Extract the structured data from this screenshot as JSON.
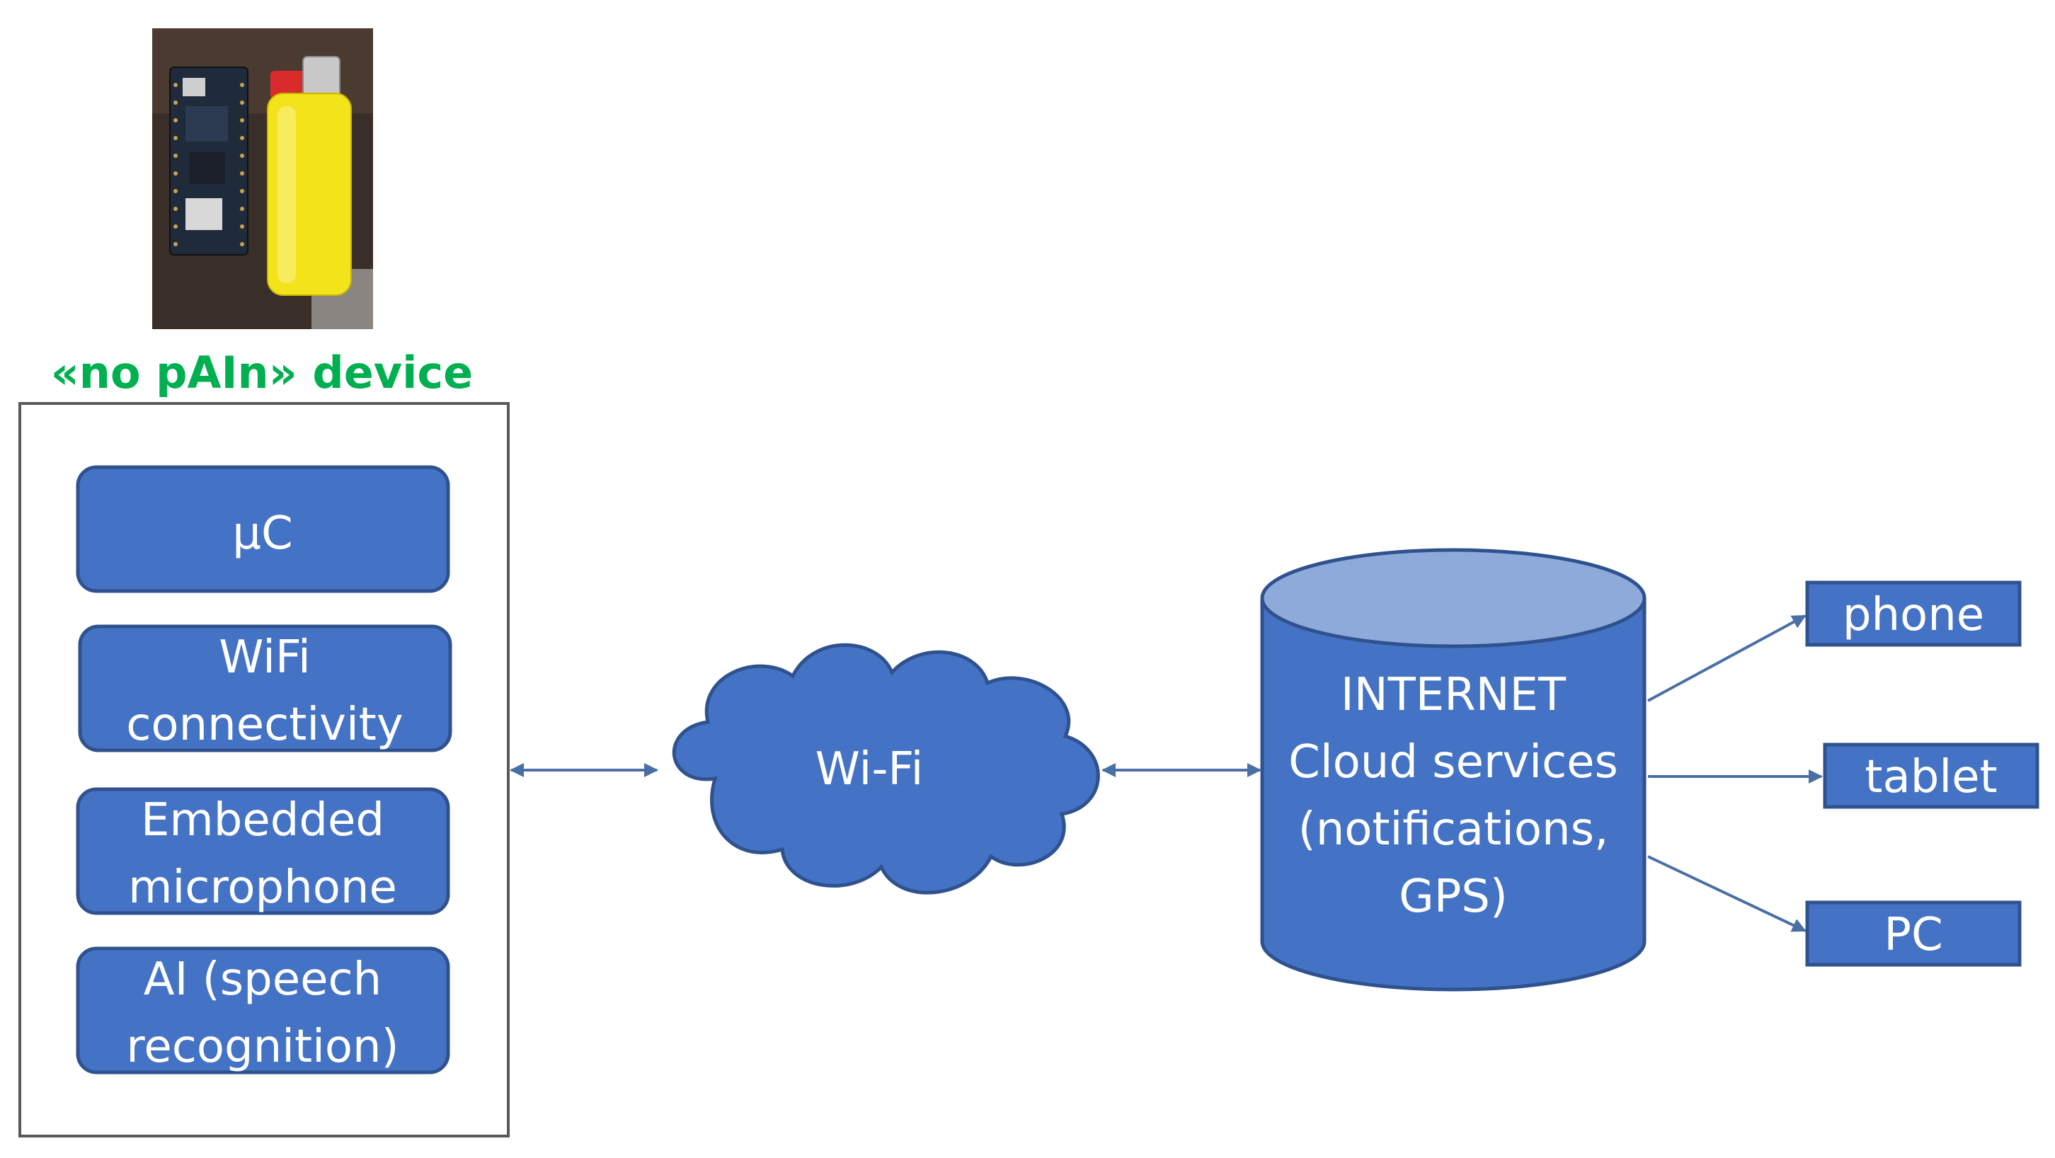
{
  "device": {
    "title": "«no pAIn» device",
    "photo_icon": "device-photo-icon",
    "components": [
      {
        "name": "uc-block",
        "lines": [
          "μC"
        ]
      },
      {
        "name": "wifi-connectivity-block",
        "lines": [
          "WiFi",
          "connectivity"
        ]
      },
      {
        "name": "embedded-microphone-block",
        "lines": [
          "Embedded",
          "microphone"
        ]
      },
      {
        "name": "ai-speech-recognition-block",
        "lines": [
          "AI (speech",
          "recognition)"
        ]
      }
    ]
  },
  "network": {
    "label": "Wi-Fi",
    "icon": "cloud-icon"
  },
  "cloud": {
    "lines": [
      "INTERNET",
      "Cloud services",
      "(notifications,",
      "GPS)"
    ],
    "icon": "database-cylinder-icon"
  },
  "endpoints": [
    {
      "name": "phone",
      "label": "phone"
    },
    {
      "name": "tablet",
      "label": "tablet"
    },
    {
      "name": "pc",
      "label": "PC"
    }
  ],
  "colors": {
    "block_fill": "#4472c4",
    "block_stroke": "#2f528f",
    "cylinder_top": "#8eaadb",
    "title_green": "#00b050",
    "arrow": "#4a6fa5"
  }
}
